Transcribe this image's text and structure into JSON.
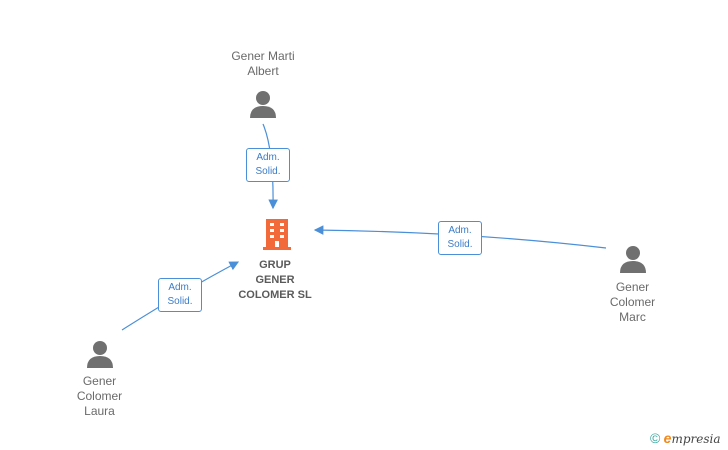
{
  "company": {
    "label": "GRUP\nGENER\nCOLOMER SL",
    "color": "#f26a3a"
  },
  "persons": [
    {
      "id": "marti",
      "label": "Gener Marti\nAlbert"
    },
    {
      "id": "marc",
      "label": "Gener\nColomer\nMarc"
    },
    {
      "id": "laura",
      "label": "Gener\nColomer\nLaura"
    }
  ],
  "edges": [
    {
      "from": "marti",
      "label": "Adm.\nSolid."
    },
    {
      "from": "marc",
      "label": "Adm.\nSolid."
    },
    {
      "from": "laura",
      "label": "Adm.\nSolid."
    }
  ],
  "footer": {
    "copyright_symbol": "©",
    "brand_initial": "e",
    "brand_rest": "mpresia"
  },
  "colors": {
    "edge": "#4a8fd8",
    "person_icon": "#707070"
  }
}
